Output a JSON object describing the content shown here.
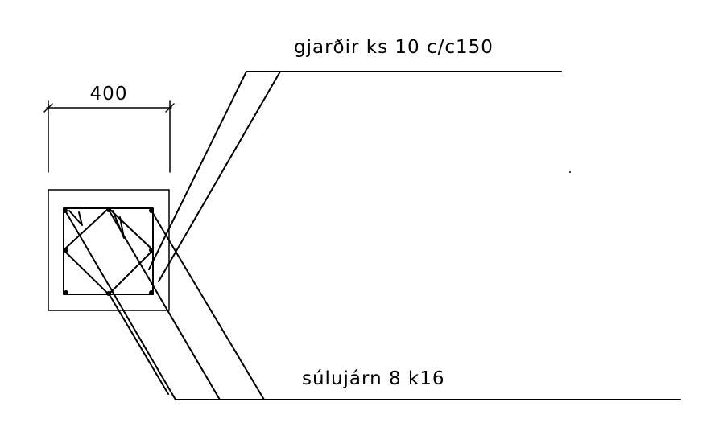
{
  "drawing": {
    "dimension_label": "400",
    "stirrup_label": "gjarðir ks 10 c/c150",
    "column_bar_label": "súlujárn 8 k16",
    "line_color": "#000000"
  }
}
